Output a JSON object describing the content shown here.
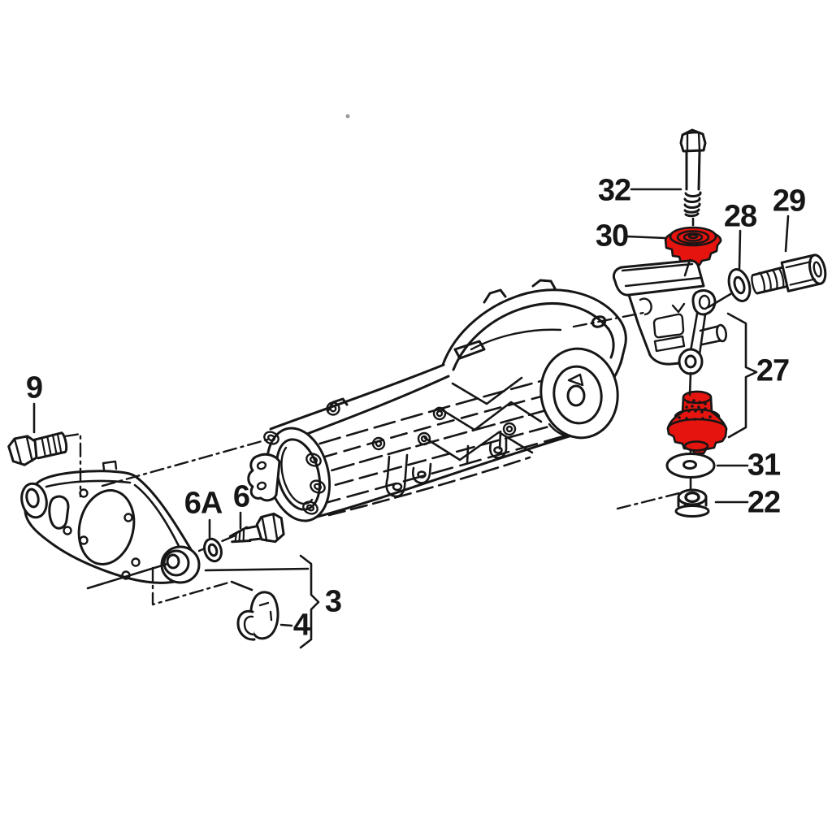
{
  "figure": {
    "type": "exploded-parts-diagram",
    "background": "#ffffff",
    "line_color": "#161616",
    "highlight_color": "#e5140e",
    "artifact_dot_color": "#9a9a9a"
  },
  "callouts": {
    "c9": {
      "label": "9",
      "part": "hex-bolt"
    },
    "c6a": {
      "label": "6A",
      "part": "washer"
    },
    "c6": {
      "label": "6",
      "part": "hex-bolt"
    },
    "c3": {
      "label": "3",
      "part": "support-bracket-assembly"
    },
    "c4": {
      "label": "4",
      "part": "retaining-clip"
    },
    "c32": {
      "label": "32",
      "part": "long-hex-bolt"
    },
    "c30": {
      "label": "30",
      "part": "serrated-rubber-mount",
      "highlighted": true
    },
    "c28": {
      "label": "28",
      "part": "washer"
    },
    "c29": {
      "label": "29",
      "part": "cylinder-head-bolt"
    },
    "c27": {
      "label": "27",
      "part": "mount-bracket-with-bushing",
      "highlighted": true
    },
    "c31": {
      "label": "31",
      "part": "flat-washer"
    },
    "c22": {
      "label": "22",
      "part": "flange-nut"
    }
  }
}
